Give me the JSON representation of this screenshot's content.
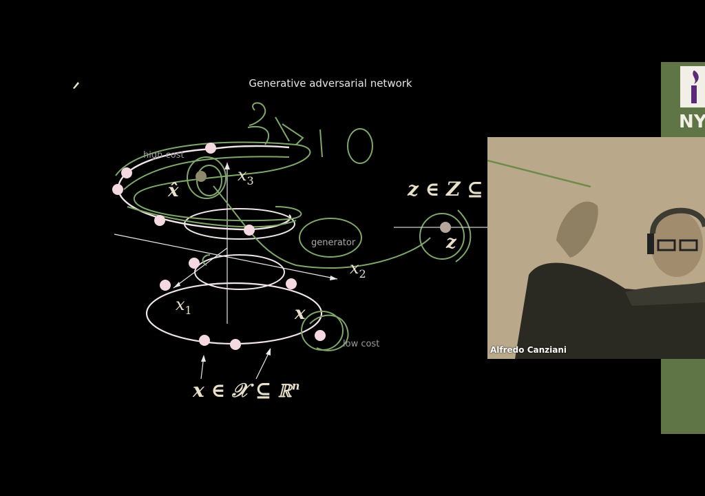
{
  "slide": {
    "title": "Generative adversarial network",
    "labels": {
      "high_cost": "high cost",
      "low_cost": "low cost",
      "generator": "generator"
    },
    "math": {
      "x_hat": "x̂",
      "x1": "x",
      "x1_sub": "1",
      "x2": "x",
      "x2_sub": "2",
      "x3": "x",
      "x3_sub": "3",
      "x": "x",
      "z": "z",
      "z_set": "z ∈ Z ⊆",
      "x_set": "x ∈ 𝒳 ⊆ ℝ",
      "x_set_sup": "n"
    }
  },
  "logo": {
    "text": "NY"
  },
  "video": {
    "participant_name": "Alfredo Canziani"
  },
  "colors": {
    "background": "#000000",
    "curve": "#f1e6e8",
    "ink_green": "#7fa86a",
    "label_gray": "#a0a0a0",
    "video_bg": "#b9a98a",
    "logo_panel": "#5f7546"
  }
}
